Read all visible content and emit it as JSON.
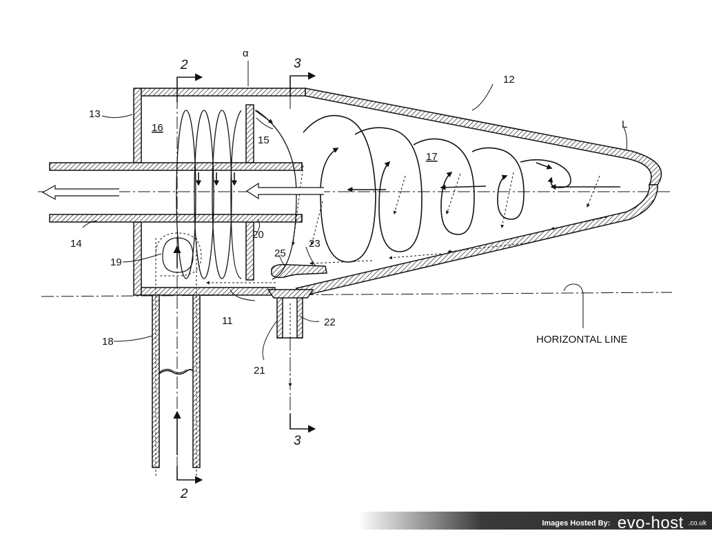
{
  "figure": {
    "labels": {
      "n11": "11",
      "n12": "12",
      "n13": "13",
      "n14": "14",
      "n15": "15",
      "n16": "16",
      "n17": "17",
      "n18": "18",
      "n19": "19",
      "n20": "20",
      "n21": "21",
      "n22": "22",
      "n23": "23",
      "n25": "25",
      "L": "L",
      "alpha": "α",
      "horizontal_line": "HORIZONTAL LINE"
    },
    "section_marks": {
      "s2_top": "2",
      "s2_bottom": "2",
      "s3_top": "3",
      "s3_bottom": "3"
    }
  },
  "footer": {
    "hosted_by": "Images Hosted By:",
    "brand": "evo-host",
    "tld": ".co.uk"
  }
}
